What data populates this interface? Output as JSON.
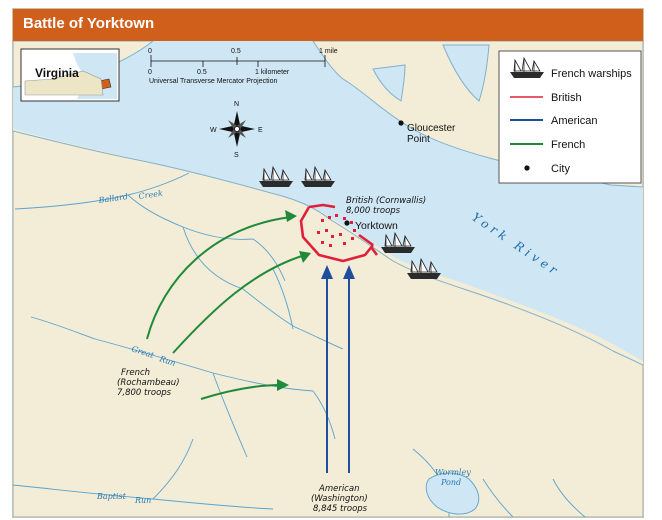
{
  "title": "Battle of Yorktown",
  "inset": {
    "label": "Virginia"
  },
  "scale": {
    "mile_ticks": [
      "0",
      "0.5",
      "1 mile"
    ],
    "km_ticks": [
      "0",
      "0.5",
      "1 kilometer"
    ],
    "projection": "Universal Transverse Mercator Projection"
  },
  "compass": {
    "n": "N",
    "s": "S",
    "e": "E",
    "w": "W"
  },
  "legend": [
    {
      "label": "French warships",
      "symbol": "ship-icon"
    },
    {
      "label": "British",
      "color": "#e0203a"
    },
    {
      "label": "American",
      "color": "#1f4f9c"
    },
    {
      "label": "French",
      "color": "#1f8a3a"
    },
    {
      "label": "City",
      "symbol": "city-dot"
    }
  ],
  "places": {
    "gloucester_line1": "Gloucester",
    "gloucester_line2": "Point",
    "yorktown": "Yorktown",
    "york_river": "York River"
  },
  "waterways": {
    "ballard_1": "Ballard",
    "ballard_2": "Creek",
    "great_run_1": "Great",
    "great_run_2": "Run",
    "baptist_1": "Baptist",
    "baptist_2": "Run",
    "wormley_1": "Wormley",
    "wormley_2": "Pond"
  },
  "forces": {
    "british_1": "British (Cornwallis)",
    "british_2": "8,000 troops",
    "french_1": "French",
    "french_2": "(Rochambeau)",
    "french_3": "7,800 troops",
    "american_1": "American",
    "american_2": "(Washington)",
    "american_3": "8,845 troops"
  },
  "colors": {
    "water": "#cfe6f4",
    "land": "#f3ecd6",
    "british": "#e0203a",
    "american": "#1f4f9c",
    "french": "#1f8a3a",
    "title_bar": "#d15f1c"
  }
}
